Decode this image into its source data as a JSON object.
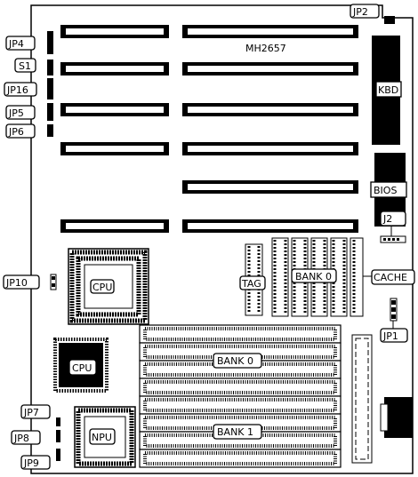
{
  "board": {
    "model": "MH2657",
    "labels": {
      "jp2": "JP2",
      "jp4": "JP4",
      "s1": "S1",
      "jp16": "JP16",
      "jp5": "JP5",
      "jp6": "JP6",
      "jp10": "JP10",
      "jp7": "JP7",
      "jp8": "JP8",
      "jp9": "JP9",
      "kbd": "KBD",
      "bios": "BIOS",
      "j2": "J2",
      "tag": "TAG",
      "bank0_cache": "BANK 0",
      "cache": "CACHE",
      "cpu_socket": "CPU",
      "jp1": "JP1",
      "cpu": "CPU",
      "bank0_simm": "BANK 0",
      "npu": "NPU",
      "bank1_simm": "BANK 1"
    }
  }
}
